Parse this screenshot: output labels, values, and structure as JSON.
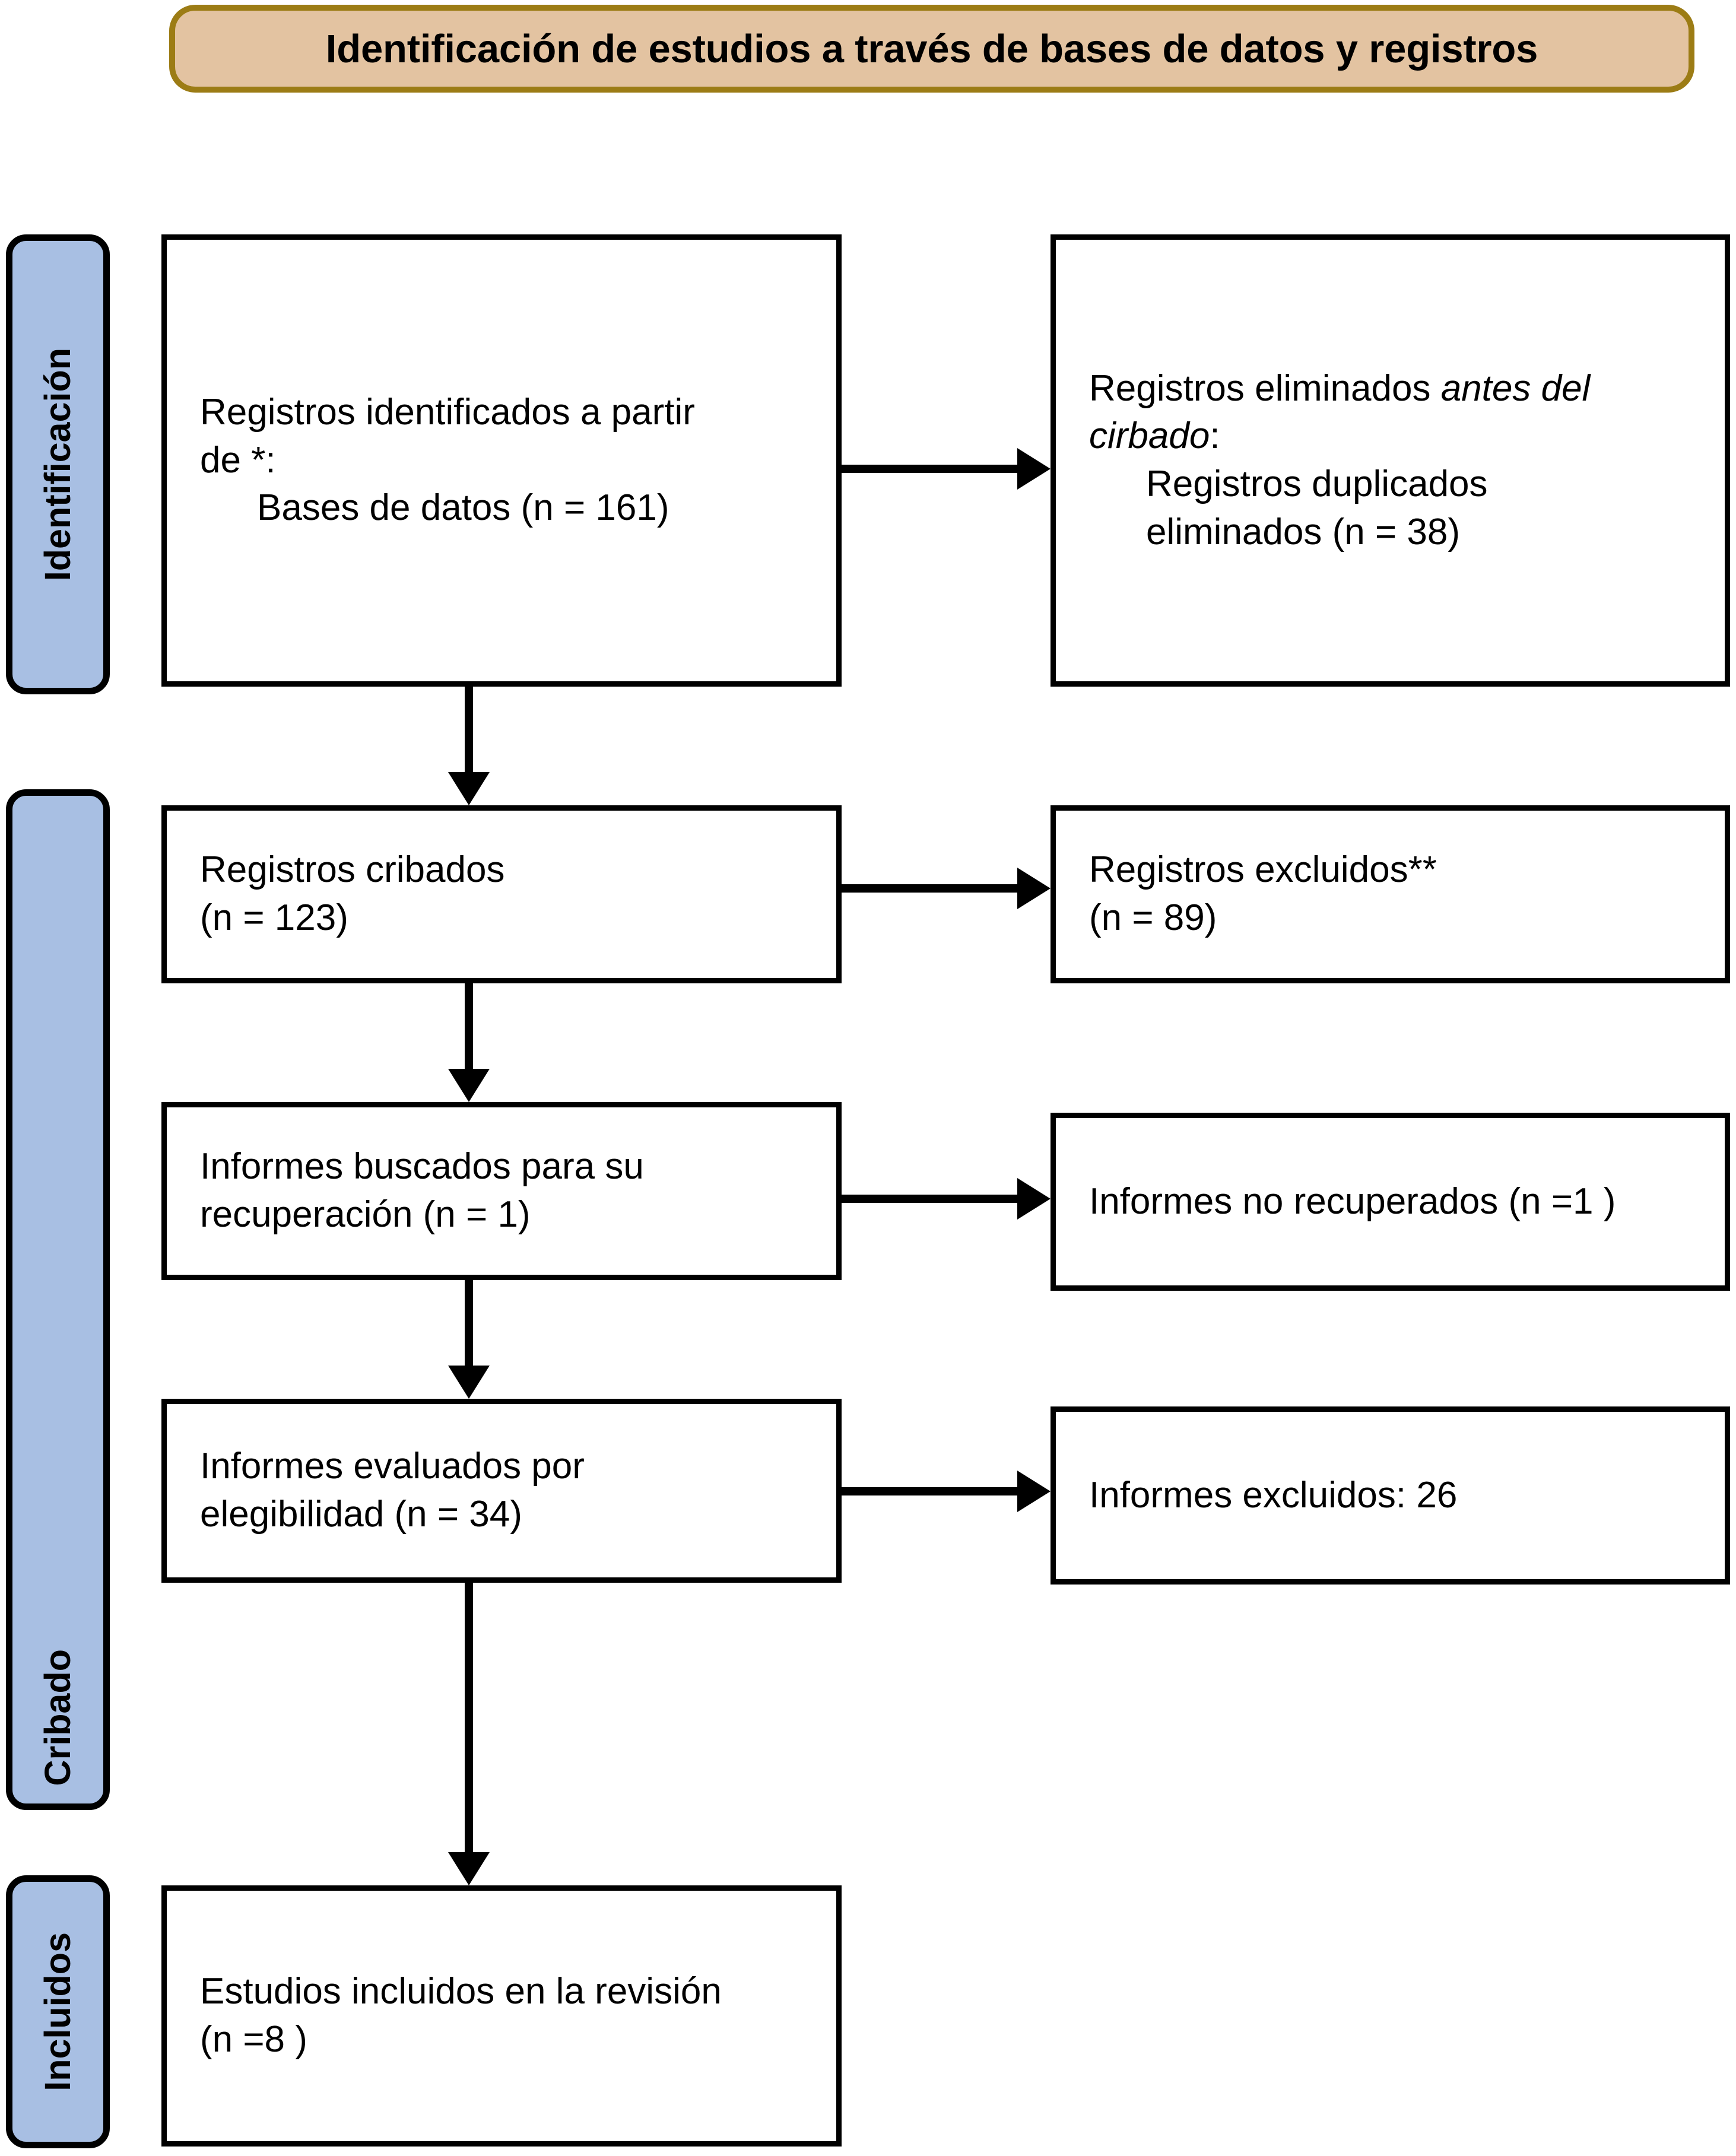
{
  "header": {
    "title": "Identificación de estudios a través de bases de datos y registros",
    "fill_color": "#E3C3A1",
    "border_color": "#9C7C15"
  },
  "stage_bars": [
    {
      "key": "identificacion",
      "label": "Identificación",
      "fill_color": "#A8BFE3"
    },
    {
      "key": "cribado",
      "label": "Cribado",
      "fill_color": "#A8BFE3"
    },
    {
      "key": "incluidos",
      "label": "Incluidos",
      "fill_color": "#A8BFE3"
    }
  ],
  "boxes": {
    "identified": {
      "line1": "Registros identificados a partir",
      "line2": "de *:",
      "line3": "Bases de datos (n = 161)"
    },
    "removed_before": {
      "line1_plain": "Registros eliminados ",
      "line1_italic": "antes del",
      "line2_italic": "cirbado",
      "line2_plain": ":",
      "line3": "Registros duplicados",
      "line4": "eliminados (n = 38)"
    },
    "screened": {
      "line1": "Registros cribados",
      "line2": "(n = 123)"
    },
    "excluded_records": {
      "line1": "Registros excluidos**",
      "line2": "(n = 89)"
    },
    "sought": {
      "line1": "Informes buscados para su",
      "line2": "recuperación (n = 1)"
    },
    "not_retrieved": {
      "line1": "Informes no recuperados (n =1 )"
    },
    "assessed": {
      "line1": "Informes evaluados por",
      "line2": "elegibilidad (n = 34)"
    },
    "excluded_reports": {
      "line1": "Informes excluidos: 26"
    },
    "included": {
      "line1": "Estudios incluidos en la revisión",
      "line2": "(n =8 )"
    }
  },
  "chart_data": {
    "type": "diagram",
    "title": "Identificación de estudios a través de bases de datos y registros",
    "diagram_kind": "PRISMA 2020 flow diagram",
    "stages": [
      "Identificación",
      "Cribado",
      "Incluidos"
    ],
    "nodes": [
      {
        "id": "identified",
        "stage": "Identificación",
        "column": "left",
        "label": "Registros identificados a partir de *: Bases de datos (n = 161)",
        "n": 161
      },
      {
        "id": "removed_before",
        "stage": "Identificación",
        "column": "right",
        "label": "Registros eliminados antes del cirbado: Registros duplicados eliminados (n = 38)",
        "n": 38
      },
      {
        "id": "screened",
        "stage": "Cribado",
        "column": "left",
        "label": "Registros cribados (n = 123)",
        "n": 123
      },
      {
        "id": "excluded_records",
        "stage": "Cribado",
        "column": "right",
        "label": "Registros excluidos** (n = 89)",
        "n": 89
      },
      {
        "id": "sought",
        "stage": "Cribado",
        "column": "left",
        "label": "Informes buscados para su recuperación (n = 1)",
        "n": 1
      },
      {
        "id": "not_retrieved",
        "stage": "Cribado",
        "column": "right",
        "label": "Informes no recuperados (n =1 )",
        "n": 1
      },
      {
        "id": "assessed",
        "stage": "Cribado",
        "column": "left",
        "label": "Informes evaluados por elegibilidad (n = 34)",
        "n": 34
      },
      {
        "id": "excluded_reports",
        "stage": "Cribado",
        "column": "right",
        "label": "Informes excluidos: 26",
        "n": 26
      },
      {
        "id": "included",
        "stage": "Incluidos",
        "column": "left",
        "label": "Estudios incluidos en la revisión (n =8 )",
        "n": 8
      }
    ],
    "edges": [
      {
        "from": "identified",
        "to": "removed_before",
        "direction": "right"
      },
      {
        "from": "identified",
        "to": "screened",
        "direction": "down"
      },
      {
        "from": "screened",
        "to": "excluded_records",
        "direction": "right"
      },
      {
        "from": "screened",
        "to": "sought",
        "direction": "down"
      },
      {
        "from": "sought",
        "to": "not_retrieved",
        "direction": "right"
      },
      {
        "from": "sought",
        "to": "assessed",
        "direction": "down"
      },
      {
        "from": "assessed",
        "to": "excluded_reports",
        "direction": "right"
      },
      {
        "from": "assessed",
        "to": "included",
        "direction": "down"
      }
    ]
  }
}
